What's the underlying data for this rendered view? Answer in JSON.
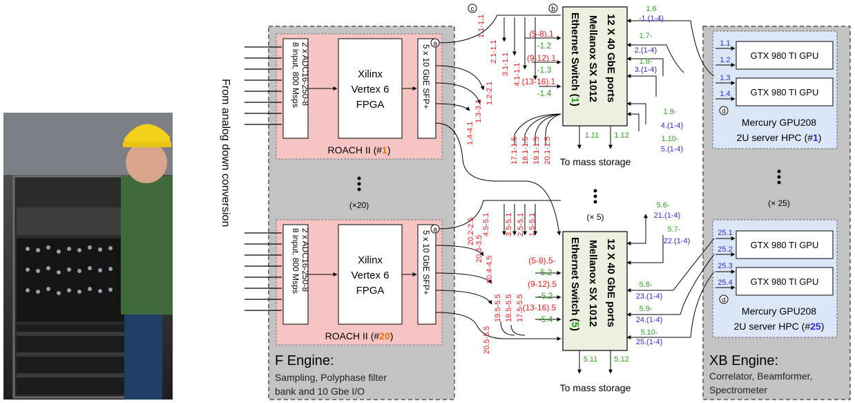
{
  "input_label": "From analog down conversion",
  "f_engine": {
    "title": "F Engine:",
    "desc_line1": "Sampling, Polyphase filter",
    "desc_line2": "bank and 10 Gbe I/O",
    "multiplier": "(×20)"
  },
  "roach_top": {
    "label_prefix": "ROACH II (#",
    "label_num": "1",
    "label_suffix": ")",
    "adc_line1": "8 input, 800 Msps",
    "adc_line2": "2 x ADC16-250-8",
    "fpga_line1": "Xilinx",
    "fpga_line2": "Vertex 6",
    "fpga_line3": "FPGA",
    "sfp": "5 x 10 GbE SFP+",
    "port_marker": "a"
  },
  "roach_bottom": {
    "label_prefix": "ROACH II (#",
    "label_num": "20",
    "label_suffix": ")",
    "adc_line1": "8 input, 800 Msps",
    "adc_line2": "2 x ADC16-250-8",
    "fpga_line1": "Xilinx",
    "fpga_line2": "Vertex 6",
    "fpga_line3": "FPGA",
    "sfp": "5 x 10 GbE SFP+",
    "port_marker": "a"
  },
  "switch_top": {
    "line1_prefix": "Ethernet Switch (",
    "line1_num": "1",
    "line1_suffix": ")",
    "line2": "Mellanox SX 1012",
    "line3": "12 X 40 GbE ports",
    "marker": "b",
    "storage_ports": [
      "1.11",
      "1.12"
    ],
    "storage_label": "To mass storage"
  },
  "switch_bottom": {
    "line1_prefix": "Ethernet Switch (",
    "line1_num": "5",
    "line1_suffix": ")",
    "line2": "Mellanox SX 1012",
    "line3": "12 X 40 GbE ports",
    "storage_ports": [
      "5.11",
      "5.12"
    ],
    "storage_label": "To mass storage"
  },
  "switch_multiplier": "(× 5)",
  "marker_c": "c",
  "xb_engine": {
    "title": "XB Engine:",
    "desc_line1": "Correlator, Beamformer,",
    "desc_line2": "Spectrometer",
    "multiplier": "(× 25)"
  },
  "server_top": {
    "gpu1": "GTX 980 TI GPU",
    "gpu2": "GTX 980 TI GPU",
    "ports": [
      "1.1",
      "1.2",
      "1.3",
      "1.4"
    ],
    "marker": "d",
    "name_line1": "Mercury GPU208",
    "name_line2_prefix": "2U server HPC (#",
    "name_num": "1",
    "name_line2_suffix": ")"
  },
  "server_bottom": {
    "gpu1": "GTX 980 TI GPU",
    "gpu2": "GTX 980 TI GPU",
    "ports": [
      "25.1",
      "25.2",
      "25.3",
      "25.4"
    ],
    "marker": "d",
    "name_line1": "Mercury GPU208",
    "name_line2_prefix": "2U server HPC (#",
    "name_num": "25",
    "name_line2_suffix": ")"
  },
  "links_top_red_vertical": [
    "1.1-1.1",
    "2.1-1.1",
    "3.1-1.1",
    "4.1-1.1"
  ],
  "links_top_sfp": [
    "1.2-2.1",
    "1.3-3.1",
    "1.4-4.1"
  ],
  "links_top_lower": [
    "17.1-1.5",
    "18.1-1.5",
    "19.1-1.5",
    "20.1-1.5"
  ],
  "links_top_switch_in": [
    {
      "red": "(5-8).1",
      "green": "-1.2"
    },
    {
      "red": "(9-12).1",
      "green": "-1.3"
    },
    {
      "red": "(13-16).1",
      "green": "-1.4"
    }
  ],
  "links_top_right": [
    {
      "green": "1.6",
      "blue": "-1.(1-4)"
    },
    {
      "green": "1.7-",
      "blue": "2.(1-4)"
    },
    {
      "green": "1.8-",
      "blue": "3.(1-4)"
    },
    {
      "green": "1.9-",
      "blue": "4.(1-4)"
    },
    {
      "green": "1.10-",
      "blue": "5.(1-4)"
    }
  ],
  "links_bottom_upper": [
    "4.5-5.1",
    "3.5-5.1",
    "2.5-5.1",
    "1.5-5.1"
  ],
  "links_bottom_sfp": [
    "20.2-2.5",
    "20.3-3.5",
    "20.4-4.5"
  ],
  "links_bottom_lower": [
    "19.5-5.5",
    "18.5-5.5",
    "17.5-5.5"
  ],
  "link_bottom_extra": "20.5-5.5",
  "links_bottom_switch_in": [
    {
      "red": "(5-8).5-",
      "green": "5.2"
    },
    {
      "red": "(9-12).5",
      "green": "-5.2"
    },
    {
      "red": "(13-16).5",
      "green": "-5.4"
    }
  ],
  "links_bottom_right": [
    {
      "green": "5.6-",
      "blue": "21.(1-4)"
    },
    {
      "green": "5.7-",
      "blue": "22.(1-4)"
    },
    {
      "green": "5.8-",
      "blue": "23.(1-4)"
    },
    {
      "green": "5.9-",
      "blue": "24.(1-4)"
    },
    {
      "green": "5.10-",
      "blue": "25.(1-4)"
    }
  ],
  "colors": {
    "engine_bg": "#c3c3c3",
    "roach_bg": "#f7c4c4",
    "switch_bg": "#ebf1de",
    "server_bg": "#dbe6f6",
    "red_text": "#e01b1b",
    "green_text": "#2e9c1f",
    "blue_text": "#2b2bd4",
    "orange_num": "#e8700c"
  }
}
